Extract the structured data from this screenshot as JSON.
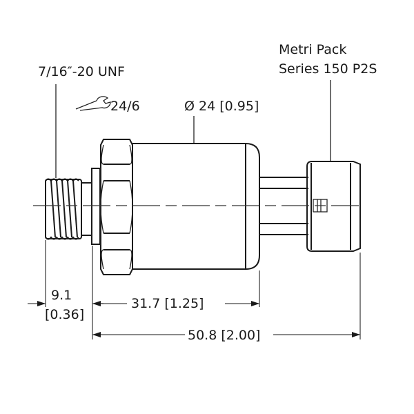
{
  "drawing": {
    "thread_label": "7/16″-20 UNF",
    "wrench_size": "24/6",
    "body_diameter_label": "Ø 24 [0.95]",
    "connector_label_line1": "Metri Pack",
    "connector_label_line2": "Series 150 P2S",
    "dim_thread_length_mm": "9.1",
    "dim_thread_length_in": "[0.36]",
    "dim_body_length": "31.7 [1.25]",
    "dim_overall_length": "50.8 [2.00]",
    "icons": {
      "wrench": "wrench-icon"
    }
  }
}
